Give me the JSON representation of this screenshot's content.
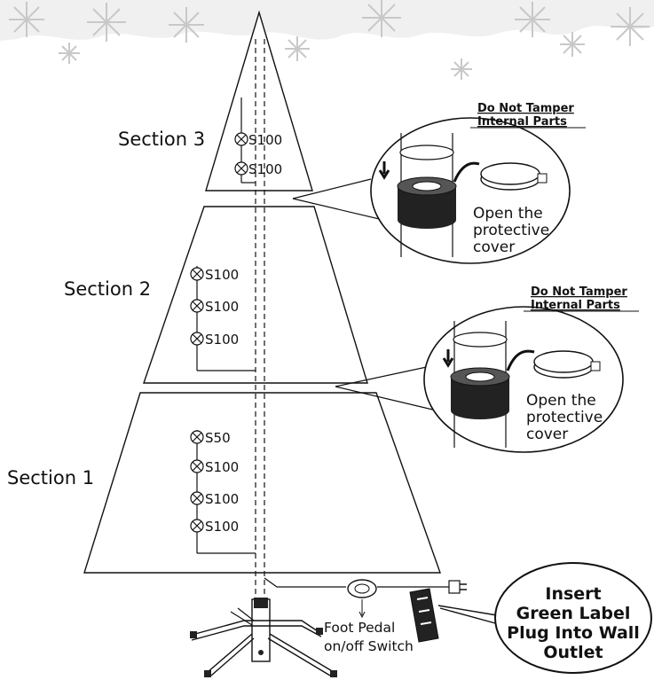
{
  "sections": [
    {
      "label": "Section 3",
      "bulbs": [
        "S100",
        "S100"
      ]
    },
    {
      "label": "Section 2",
      "bulbs": [
        "S100",
        "S100",
        "S100"
      ]
    },
    {
      "label": "Section 1",
      "bulbs": [
        "S50",
        "S100",
        "S100",
        "S100"
      ]
    }
  ],
  "callouts": [
    {
      "warning_line1": "Do Not Tamper",
      "warning_line2": "Internal Parts",
      "text_line1": "Open the",
      "text_line2": "protective",
      "text_line3": "cover"
    },
    {
      "warning_line1": "Do Not Tamper",
      "warning_line2": "Internal Parts",
      "text_line1": "Open the",
      "text_line2": "protective",
      "text_line3": "cover"
    }
  ],
  "foot_pedal": {
    "line1": "Foot Pedal",
    "line2": "on/off Switch"
  },
  "plug_instruction": {
    "line1": "Insert",
    "line2": "Green Label",
    "line3": "Plug Into Wall",
    "line4": "Outlet"
  },
  "colors": {
    "line": "#111111",
    "snowflakes": "#c8c8c8"
  }
}
